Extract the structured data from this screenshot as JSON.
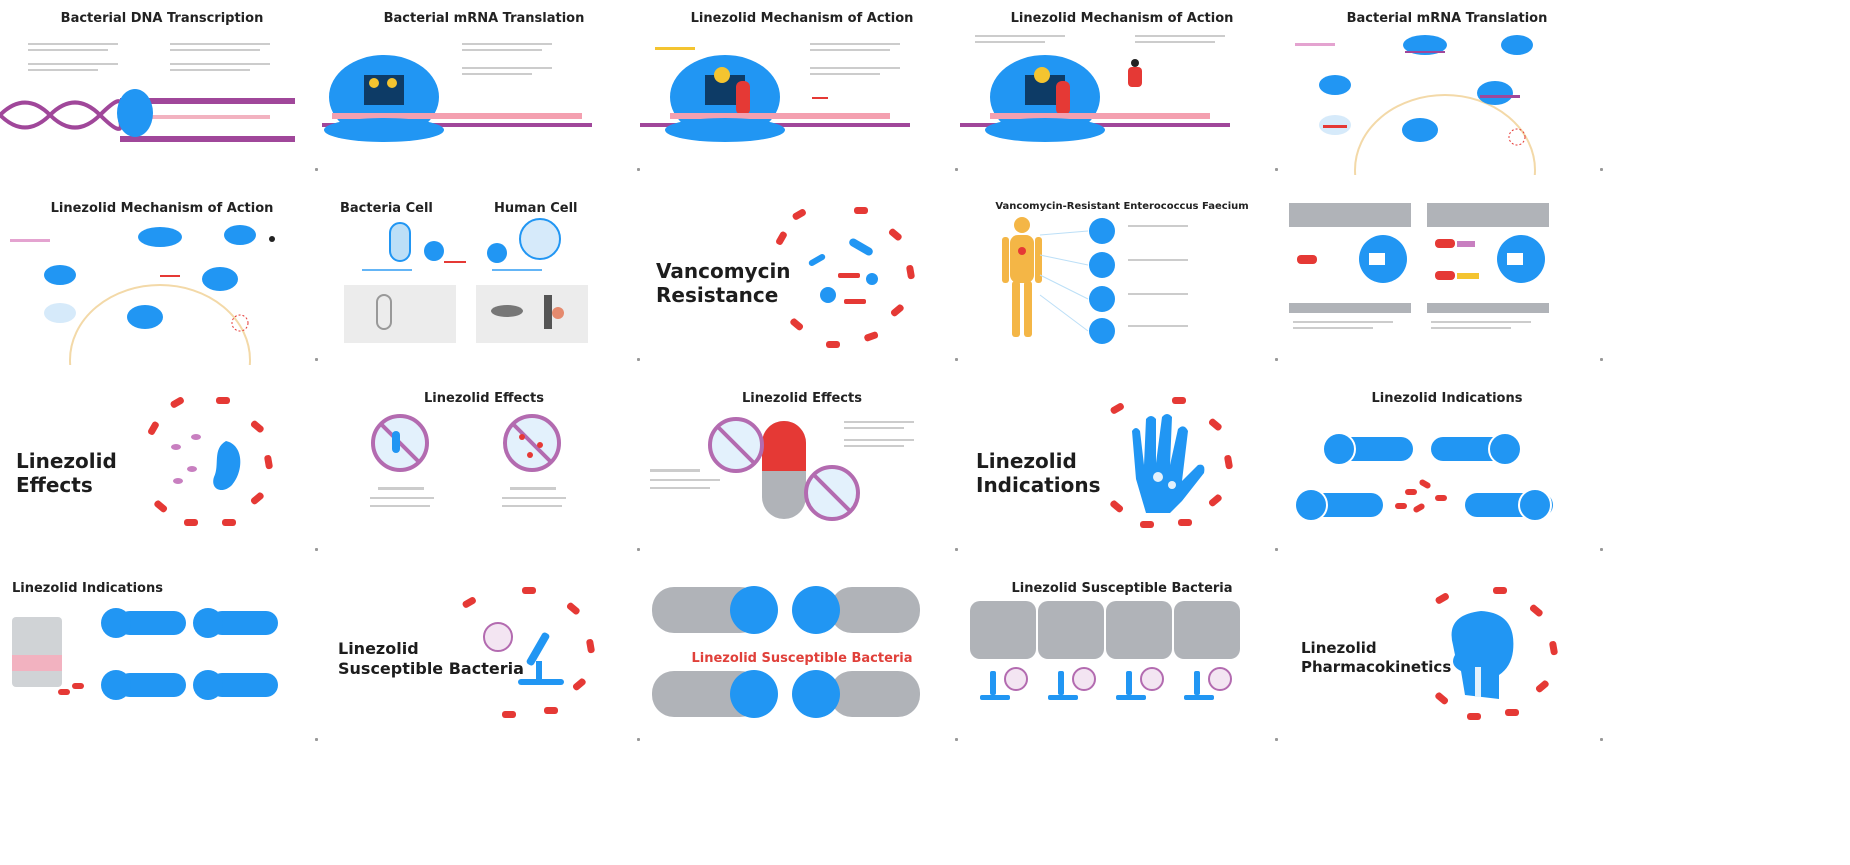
{
  "slides": [
    {
      "title": "Bacterial DNA Transcription"
    },
    {
      "title": "Bacterial mRNA Translation"
    },
    {
      "title": "Linezolid Mechanism of Action"
    },
    {
      "title": "Linezolid Mechanism of Action"
    },
    {
      "title": "Bacterial mRNA Translation"
    },
    {
      "title": "Linezolid Mechanism of Action"
    },
    {
      "title": "",
      "labels": [
        "Bacteria Cell",
        "Human Cell"
      ]
    },
    {
      "title": "",
      "big": [
        "Vancomycin",
        "Resistance"
      ]
    },
    {
      "title": "Vancomycin-Resistant Enterococcus Faecium"
    },
    {
      "title": ""
    },
    {
      "title": "",
      "big": [
        "Linezolid",
        "Effects"
      ]
    },
    {
      "title": "Linezolid Effects"
    },
    {
      "title": "Linezolid Effects"
    },
    {
      "title": "",
      "big": [
        "Linezolid",
        "Indications"
      ]
    },
    {
      "title": "Linezolid Indications"
    },
    {
      "title": "Linezolid Indications"
    },
    {
      "title": "",
      "big": [
        "Linezolid",
        "Susceptible Bacteria"
      ]
    },
    {
      "title": "",
      "red": "Linezolid Susceptible Bacteria"
    },
    {
      "title": "Linezolid Susceptible Bacteria"
    },
    {
      "title": "",
      "big": [
        "Linezolid",
        "Pharmacokinetics"
      ]
    }
  ],
  "colors": {
    "blue": "#2196f3",
    "red": "#e53935",
    "purple": "#a0479a",
    "gray": "#b0b3b8",
    "dark": "#1d1d1d"
  }
}
